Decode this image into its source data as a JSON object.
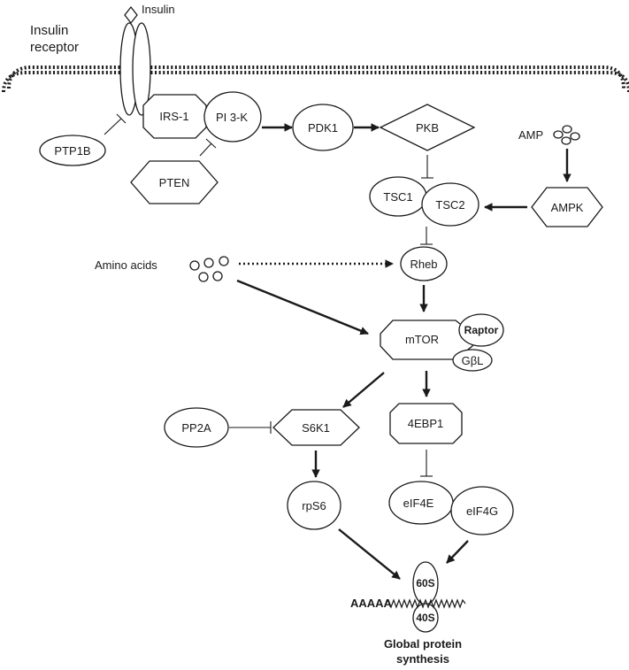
{
  "labels": {
    "insulin": "Insulin",
    "insulin_receptor_line1": "Insulin",
    "insulin_receptor_line2": "receptor",
    "irs1": "IRS-1",
    "pi3k": "PI 3-K",
    "ptp1b": "PTP1B",
    "pten": "PTEN",
    "pdk1": "PDK1",
    "pkb": "PKB",
    "amp": "AMP",
    "ampk": "AMPK",
    "tsc1": "TSC1",
    "tsc2": "TSC2",
    "amino_acids": "Amino acids",
    "rheb": "Rheb",
    "mtor": "mTOR",
    "raptor": "Raptor",
    "gbl": "GβL",
    "pp2a": "PP2A",
    "s6k1": "S6K1",
    "ebp1": "4EBP1",
    "rps6": "rpS6",
    "eif4e": "eIF4E",
    "eif4g": "eIF4G",
    "s60": "60S",
    "s40": "40S",
    "polya": "AAAAA",
    "global_line1": "Global protein",
    "global_line2": "synthesis"
  },
  "colors": {
    "stroke": "#1a1a1a",
    "background": "#ffffff"
  }
}
